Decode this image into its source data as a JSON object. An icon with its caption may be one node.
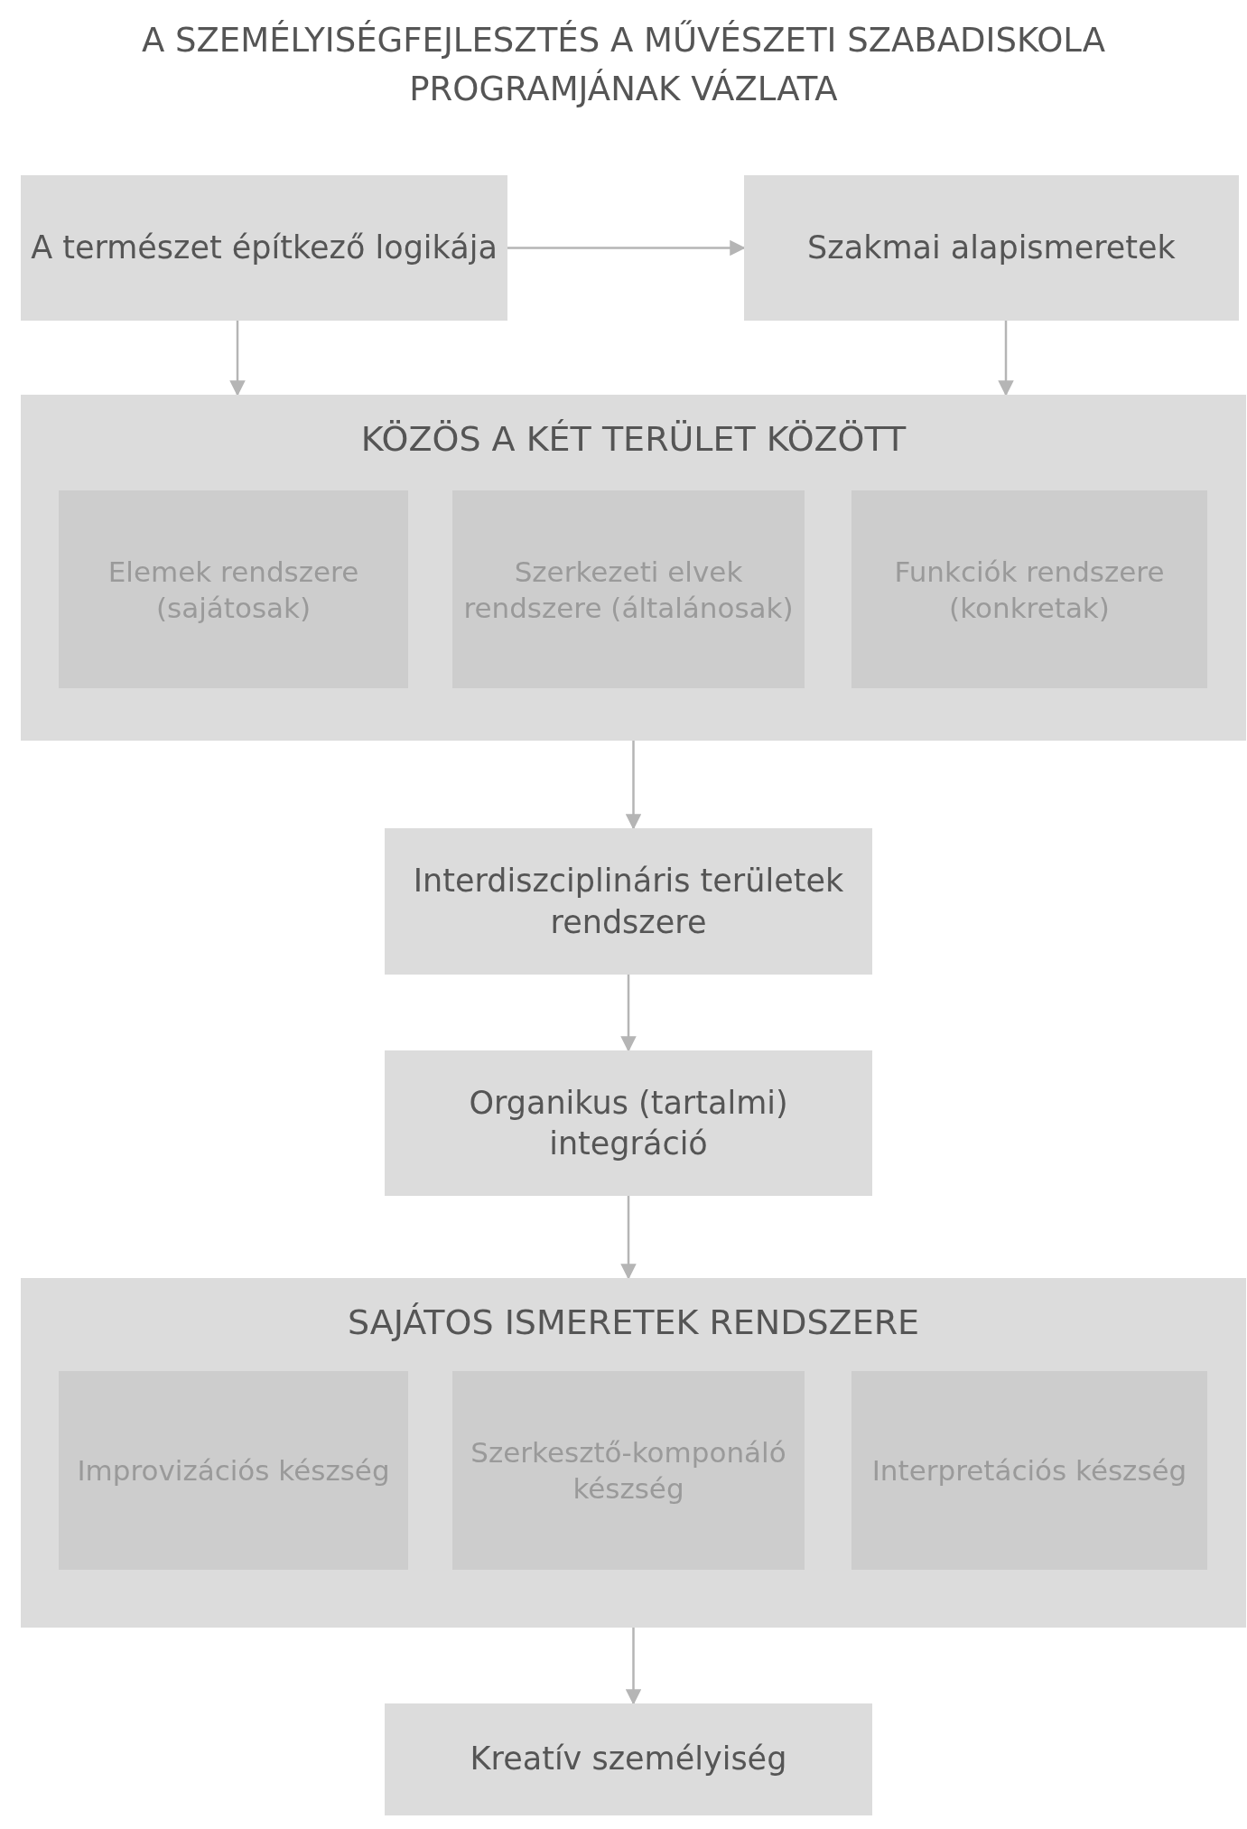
{
  "diagram": {
    "title": "A SZEMÉLYISÉGFEJLESZTÉS A MŰVÉSZETI SZABADISKOLA PROGRAMJÁNAK VÁZLATA",
    "nodes": [
      {
        "text": [
          "A természet építkező logikája"
        ]
      },
      {
        "text": [
          "Szakmai alapismeretek"
        ]
      },
      {
        "text": [
          "KÖZÖS A KÉT TERÜLET KÖZÖTT"
        ]
      },
      {
        "text": [
          "Elemek rendszere (sajátosak)"
        ],
        "in": 2
      },
      {
        "text": [
          "Szerkezeti elvek rendszere (általánosak)"
        ],
        "in": 2
      },
      {
        "text": [
          "Funkciók rendszere (konkretak)"
        ],
        "in": 2
      },
      {
        "text": [
          "Interdiszciplináris területek rendszere"
        ]
      },
      {
        "text": [
          "Organikus (tartalmi) integráció"
        ]
      },
      {
        "text": [
          "SAJÁTOS ISMERETEK RENDSZERE"
        ]
      },
      {
        "text": [
          "Improvizációs készség"
        ],
        "in": 8
      },
      {
        "text": [
          "Szerkesztő-komponáló készség"
        ],
        "in": 8
      },
      {
        "text": [
          "Interpretációs készség"
        ],
        "in": 8
      },
      {
        "text": [
          "Kreatív személyiség"
        ]
      }
    ],
    "edges": [
      {
        "from": 0,
        "to": 1,
        "arrow": "to"
      },
      {
        "from": 0,
        "to": 2,
        "arrow": "to"
      },
      {
        "from": 1,
        "to": 2,
        "arrow": "to"
      },
      {
        "from": 2,
        "to": 6,
        "arrow": "to"
      },
      {
        "from": 6,
        "to": 7,
        "arrow": "to"
      },
      {
        "from": 7,
        "to": 8,
        "arrow": "to"
      },
      {
        "from": 8,
        "to": 12,
        "arrow": "to"
      }
    ]
  }
}
